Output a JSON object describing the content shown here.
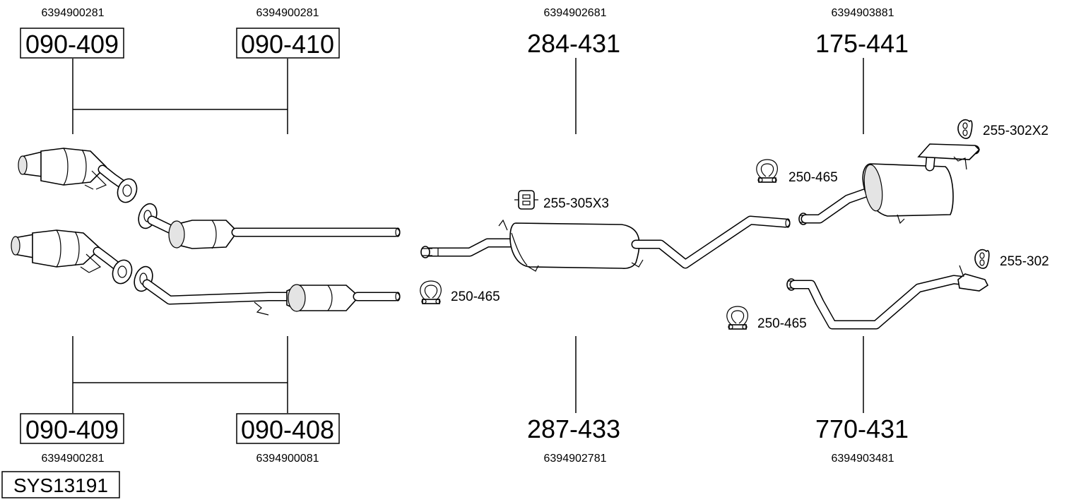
{
  "system": {
    "code": "SYS13191"
  },
  "parts": {
    "p1": {
      "label": "090-409",
      "oe": "6394900281"
    },
    "p2": {
      "label": "090-410",
      "oe": "6394900281"
    },
    "p3": {
      "label": "284-431",
      "oe": "6394902681"
    },
    "p4": {
      "label": "175-441",
      "oe": "6394903881"
    },
    "p5": {
      "label": "090-409",
      "oe": "6394900281"
    },
    "p6": {
      "label": "090-408",
      "oe": "6394900081"
    },
    "p7": {
      "label": "287-433",
      "oe": "6394902781"
    },
    "p8": {
      "label": "770-431",
      "oe": "6394903481"
    }
  },
  "accessories": {
    "a1": {
      "label": "255-305X3",
      "icon": "rubber-hanger-icon"
    },
    "a2": {
      "label": "250-465",
      "icon": "pipe-clamp-icon"
    },
    "a3": {
      "label": "250-465",
      "icon": "pipe-clamp-icon"
    },
    "a4": {
      "label": "255-302X2",
      "icon": "rubber-ring-icon"
    },
    "a5": {
      "label": "255-302",
      "icon": "rubber-ring-icon"
    },
    "a6": {
      "label": "250-465",
      "icon": "pipe-clamp-icon"
    }
  }
}
